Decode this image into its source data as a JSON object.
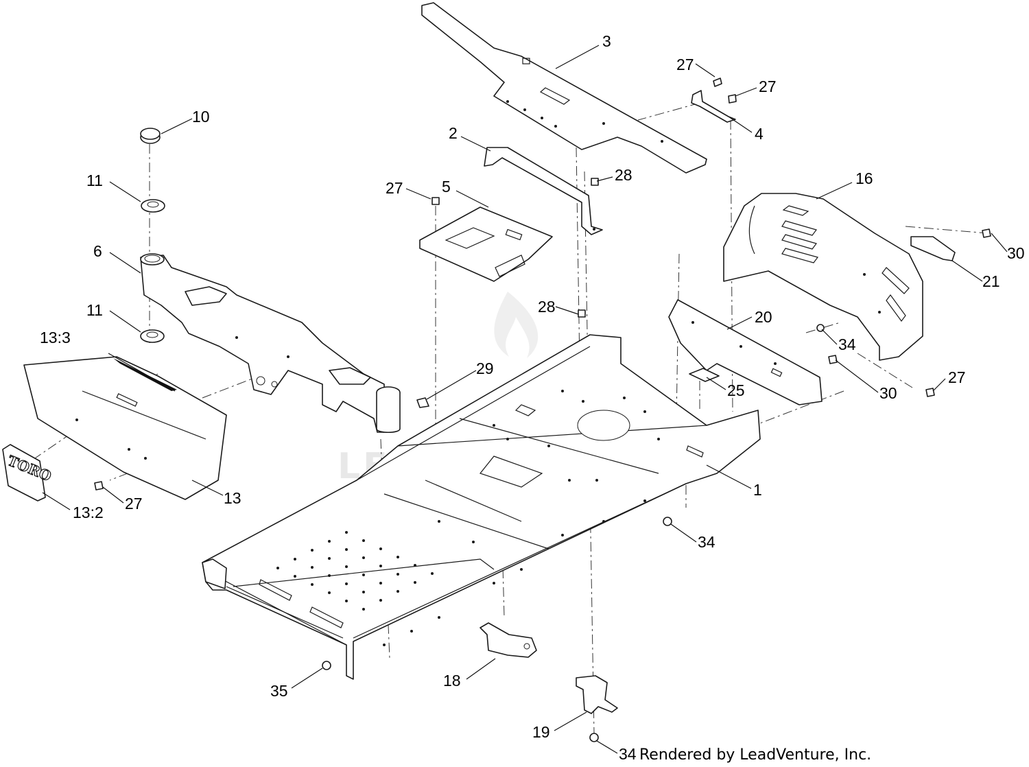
{
  "callouts": [
    {
      "id": "1",
      "label": "1"
    },
    {
      "id": "2",
      "label": "2"
    },
    {
      "id": "3",
      "label": "3"
    },
    {
      "id": "4",
      "label": "4"
    },
    {
      "id": "5",
      "label": "5"
    },
    {
      "id": "6",
      "label": "6"
    },
    {
      "id": "10",
      "label": "10"
    },
    {
      "id": "11a",
      "label": "11"
    },
    {
      "id": "11b",
      "label": "11"
    },
    {
      "id": "13",
      "label": "13"
    },
    {
      "id": "13-2",
      "label": "13:2"
    },
    {
      "id": "13-3",
      "label": "13:3"
    },
    {
      "id": "16",
      "label": "16"
    },
    {
      "id": "18",
      "label": "18"
    },
    {
      "id": "19",
      "label": "19"
    },
    {
      "id": "20",
      "label": "20"
    },
    {
      "id": "21",
      "label": "21"
    },
    {
      "id": "25",
      "label": "25"
    },
    {
      "id": "27a",
      "label": "27"
    },
    {
      "id": "27b",
      "label": "27"
    },
    {
      "id": "27c",
      "label": "27"
    },
    {
      "id": "27d",
      "label": "27"
    },
    {
      "id": "27e",
      "label": "27"
    },
    {
      "id": "28a",
      "label": "28"
    },
    {
      "id": "28b",
      "label": "28"
    },
    {
      "id": "29",
      "label": "29"
    },
    {
      "id": "30a",
      "label": "30"
    },
    {
      "id": "30b",
      "label": "30"
    },
    {
      "id": "34a",
      "label": "34"
    },
    {
      "id": "34b",
      "label": "34"
    },
    {
      "id": "34c",
      "label": "34"
    },
    {
      "id": "35",
      "label": "35"
    }
  ],
  "credit": "Rendered by LeadVenture, Inc.",
  "watermark": "LEADVENTURE",
  "logo_text": "TORO"
}
